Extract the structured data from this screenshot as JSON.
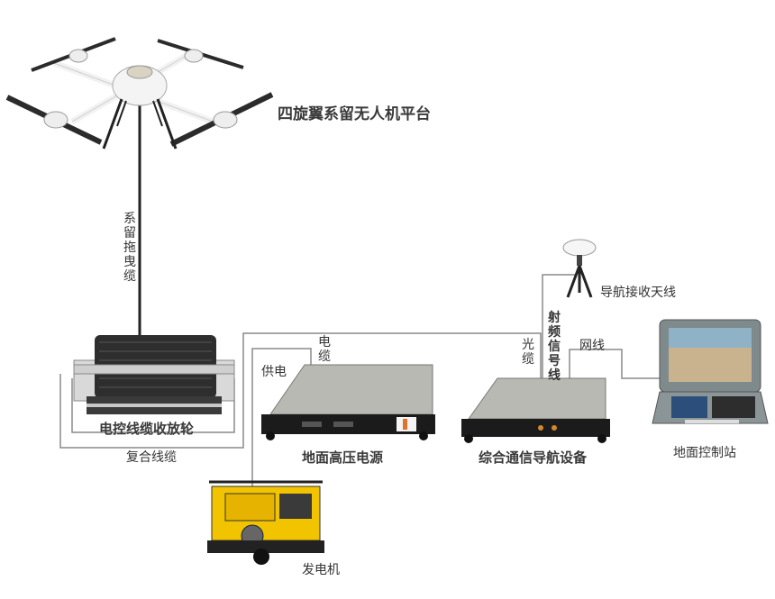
{
  "platform": {
    "title": "四旋翼系留无人机平台"
  },
  "cables": {
    "tether": "系留拖曳缆",
    "composite": "复合线缆",
    "power_supply": "供电",
    "electric": "电缆",
    "optical": "光缆",
    "rf": "射频信号线",
    "network": "网线"
  },
  "devices": {
    "winch": "电控线缆收放轮",
    "hv_power": "地面高压电源",
    "comm_nav": "综合通信导航设备",
    "nav_antenna": "导航接收天线",
    "ground_station": "地面控制站",
    "generator": "发电机"
  },
  "colors": {
    "wire": "#8a8a8a",
    "rack_body": "#b9b9b3",
    "rack_front": "#1b1b1b",
    "generator": "#f2c400",
    "laptop": "#7e8a8c"
  }
}
